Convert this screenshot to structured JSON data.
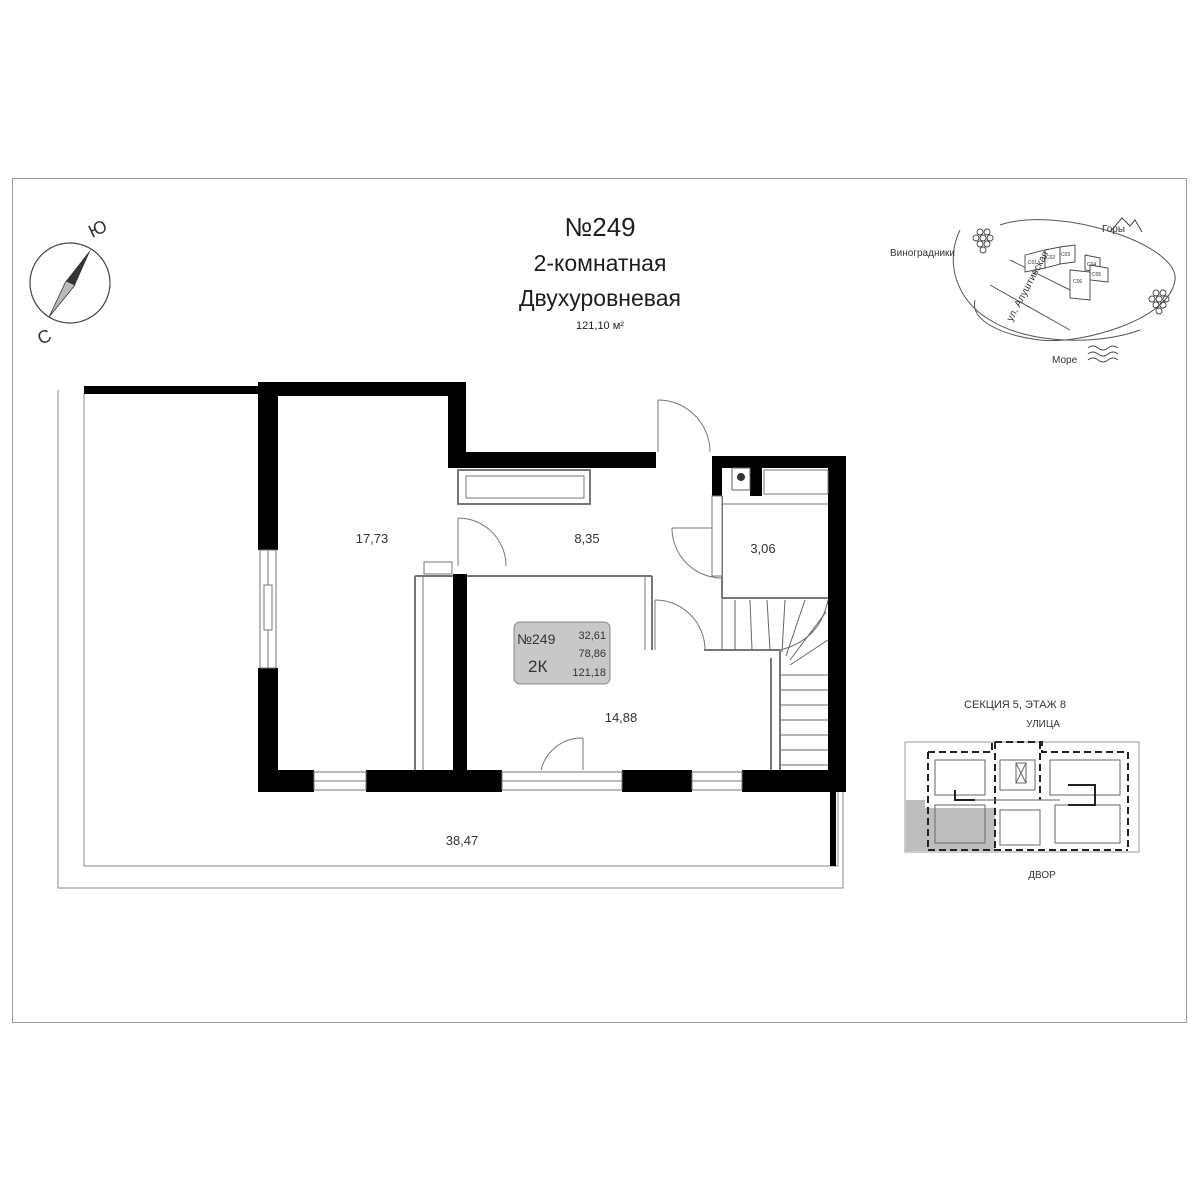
{
  "header": {
    "number": "№249",
    "rooms": "2-комнатная",
    "kind": "Двухуровневая",
    "total_area": "121,10 м²"
  },
  "compass": {
    "north": "С",
    "south": "Ю"
  },
  "room_areas": {
    "living": "17,73",
    "hall": "8,35",
    "bath": "3,06",
    "bedroom": "14,88",
    "terrace": "38,47"
  },
  "badge": {
    "number": "№249",
    "type": "2К",
    "areas": [
      "32,61",
      "78,86",
      "121,18"
    ],
    "color": "#c8c8c8"
  },
  "location_map": {
    "mountains": "Горы",
    "vineyards": "Виноградники",
    "street": "ул. Алуштинская",
    "sea": "Море",
    "blocks": [
      "С01",
      "С02",
      "С03",
      "С04",
      "С05",
      "С06"
    ]
  },
  "key_plan": {
    "caption": "СЕКЦИЯ 5, ЭТАЖ 8",
    "street": "УЛИЦА",
    "yard": "ДВОР",
    "highlight_color": "#bdbdbd"
  }
}
